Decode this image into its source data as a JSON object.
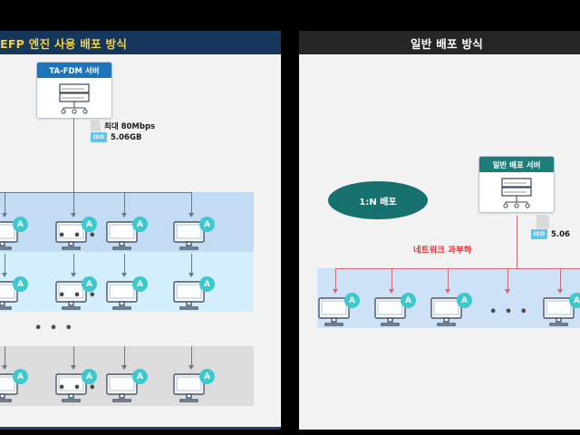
{
  "slide": {
    "background_color": "#000000",
    "panel_background": "#f2f2f2"
  },
  "left_panel": {
    "header": {
      "title": "EFP 엔진 사용 배포 방식",
      "background_color": "#16365c",
      "text_color": "#f0d24b"
    },
    "server": {
      "label": "TA-FDM 서버",
      "header_color": "#1c75bc",
      "icon": "server-rack-icon"
    },
    "callout": {
      "speed": "최대 80Mbps",
      "iso_badge": "ISO",
      "size": "5.06GB"
    },
    "rows": [
      {
        "band_color": "#c3dcf4",
        "agent_badge": "A",
        "ellipsis": "• • •"
      },
      {
        "band_color": "#d3eefc",
        "agent_badge": "A",
        "ellipsis": "• • •"
      },
      {
        "band_color": "#dcdcdc",
        "agent_badge": "A",
        "ellipsis": "• • •"
      }
    ],
    "vertical_ellipsis": "• • •"
  },
  "right_panel": {
    "header": {
      "title": "일반 배포 방식",
      "background_color": "#262626",
      "text_color": "#ffffff"
    },
    "badge": {
      "label": "1:N 배포",
      "color": "#16716e"
    },
    "server": {
      "label": "일반 배포 서버",
      "header_color": "#1d7d78",
      "icon": "server-rack-icon"
    },
    "callout": {
      "iso_badge": "ISO",
      "size": "5.06"
    },
    "overload_label": {
      "text": "네트워크 과부하",
      "color": "#e8343c"
    },
    "row": {
      "band_color": "#cde1f7",
      "agent_badge": "A",
      "ellipsis": "• • •"
    }
  }
}
